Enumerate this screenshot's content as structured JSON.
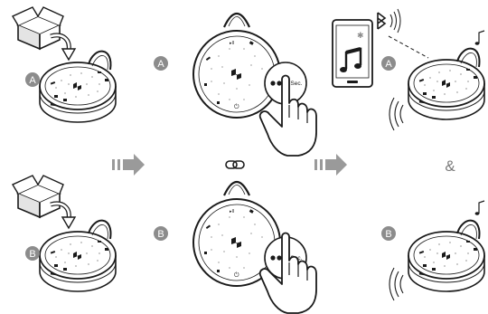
{
  "markers": {
    "a": "A",
    "b": "B"
  },
  "press_duration": "3 Sec.",
  "and_symbol": "&",
  "icons": [
    "unbox-icon",
    "speaker-icon",
    "lanyard-icon",
    "hand-press-icon",
    "phone-icon",
    "music-note-icon",
    "bluetooth-icon",
    "sound-wave-icon",
    "step-arrow-icon",
    "link-icon"
  ],
  "colors": {
    "stroke": "#1a1a1a",
    "marker_fill": "#8c8c8c",
    "arrow_fill": "#9a9a9a",
    "background": "#ffffff"
  }
}
